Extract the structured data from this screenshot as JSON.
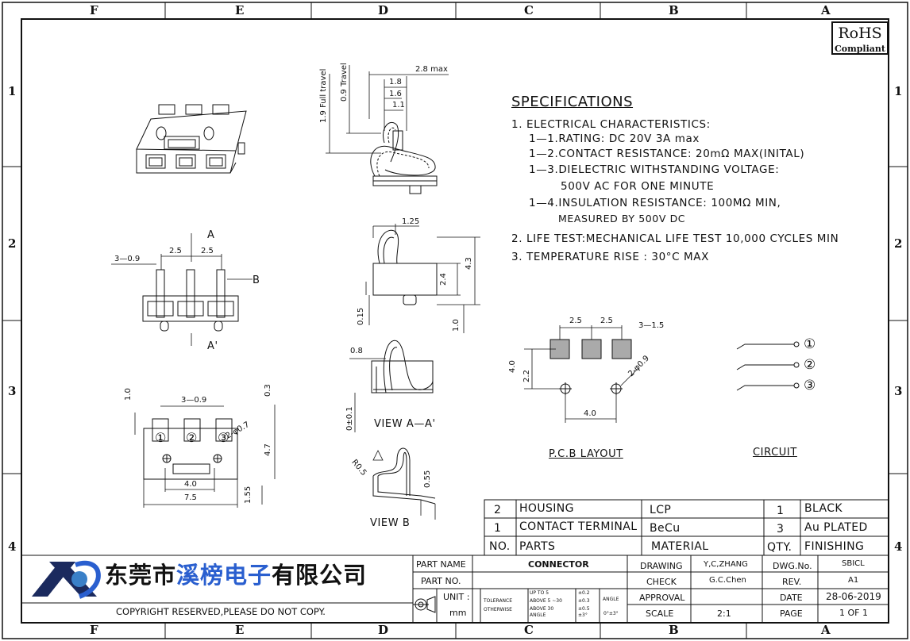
{
  "border": {
    "columns_top": [
      "F",
      "E",
      "D",
      "C",
      "B",
      "A"
    ],
    "columns_bottom": [
      "F",
      "E",
      "D",
      "C",
      "B",
      "A"
    ],
    "rows_left": [
      "1",
      "2",
      "3",
      "4"
    ],
    "rows_right": [
      "1",
      "2",
      "3",
      "4"
    ]
  },
  "rohs": {
    "line1": "RoHS",
    "line2": "Compliant"
  },
  "specifications": {
    "title": "SPECIFICATIONS",
    "lines": [
      "1. ELECTRICAL CHARACTERISTICS:",
      "1—1.RATING: DC 20V 3A max",
      "1—2.CONTACT RESISTANCE: 20mΩ MAX(INITAL)",
      "1—3.DIELECTRIC WITHSTANDING VOLTAGE:",
      "500V AC FOR ONE MINUTE",
      "1—4.INSULATION RESISTANCE: 100MΩ MIN,",
      "MEASURED BY 500V DC",
      "2. LIFE TEST:MECHANICAL LIFE TEST 10,000 CYCLES MIN",
      "3. TEMPERATURE RISE : 30°C MAX"
    ]
  },
  "dims": {
    "side_top": [
      "2.8 max",
      "1.8",
      "1.6",
      "1.1",
      "1.9 Full travel",
      "0.9 Travel"
    ],
    "side_mid": [
      "1.25",
      "4.3",
      "2.4",
      "0.15",
      "1.0"
    ],
    "front": [
      "A",
      "B",
      "A'",
      "3—0.9",
      "2.5",
      "2.5"
    ],
    "bottom": [
      "1.0",
      "3—0.9",
      "0.3",
      "2-φ0.7",
      "4.7",
      "4.0",
      "7.5",
      "1.55"
    ],
    "section": [
      "0.8",
      "0±0.1"
    ],
    "view_b": [
      "R0.5",
      "0.55"
    ],
    "pcb": [
      "2.5",
      "2.5",
      "3—1.5",
      "4.0",
      "2.2",
      "2-φ0.9",
      "4.0"
    ],
    "pin_labels": [
      "①",
      "②",
      "③"
    ]
  },
  "view_labels": {
    "section": "VIEW A—A'",
    "view_b": "VIEW B",
    "pcb": "P.C.B LAYOUT",
    "circuit": "CIRCUIT"
  },
  "bom": {
    "rows": [
      {
        "no": "2",
        "part": "HOUSING",
        "material": "LCP",
        "qty": "1",
        "finishing": "BLACK"
      },
      {
        "no": "1",
        "part": "CONTACT TERMINAL",
        "material": "BeCu",
        "qty": "3",
        "finishing": "Au PLATED"
      }
    ],
    "header": {
      "no": "NO.",
      "part": "PARTS",
      "material": "MATERIAL",
      "qty": "QTY.",
      "finishing": "FINISHING"
    }
  },
  "title_block": {
    "company_part1": "东莞市",
    "company_part2": "溪榜电子",
    "company_part3": "有限公司",
    "copyright": "COPYRIGHT RESERVED,PLEASE DO NOT COPY.",
    "part_name_label": "PART NAME",
    "part_name": "CONNECTOR",
    "part_no_label": "PART NO.",
    "part_no": "",
    "unit_label": "UNIT :",
    "unit": "mm",
    "tolerance_label": "TOLERANCE",
    "otherwise_label": "OTHERWISE",
    "tol_lines": [
      "UP TO 5",
      "ABOVE 5 ∼30",
      "ABOVE 30"
    ],
    "tol_vals": [
      "±0.2",
      "±0.3",
      "±0.5"
    ],
    "angle_word": "ANGLE",
    "angle_label": "ANGLE",
    "angle_val": "±3°",
    "angle_tol": "0°±3°",
    "drawing_label": "DRAWING",
    "drawing": "Y,C,ZHANG",
    "check_label": "CHECK",
    "check": "G.C.Chen",
    "approval_label": "APPROVAL",
    "approval": "",
    "scale_label": "SCALE",
    "scale": "2:1",
    "dwg_no_label": "DWG.No.",
    "dwg_no": "SBICL",
    "rev_label": "REV.",
    "rev": "A1",
    "date_label": "DATE",
    "date": "28-06-2019",
    "page_label": "PAGE",
    "page": "1 OF 1"
  },
  "colors": {
    "line": "#111111",
    "accent": "#2a5fcf",
    "logo_dark": "#1b2a5e"
  }
}
